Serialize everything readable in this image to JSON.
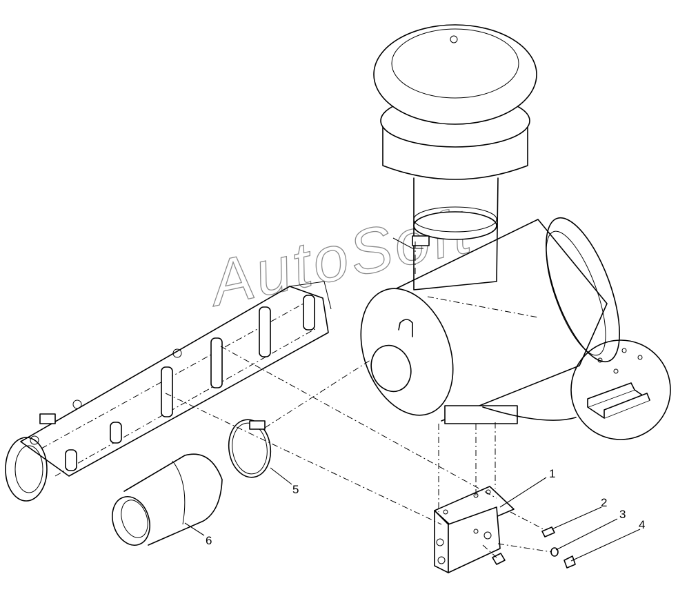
{
  "watermark": "AutoSoft",
  "callouts": [
    {
      "id": "1",
      "label": "1"
    },
    {
      "id": "2",
      "label": "2"
    },
    {
      "id": "3",
      "label": "3"
    },
    {
      "id": "4",
      "label": "4"
    },
    {
      "id": "5",
      "label": "5"
    },
    {
      "id": "6",
      "label": "6"
    }
  ]
}
